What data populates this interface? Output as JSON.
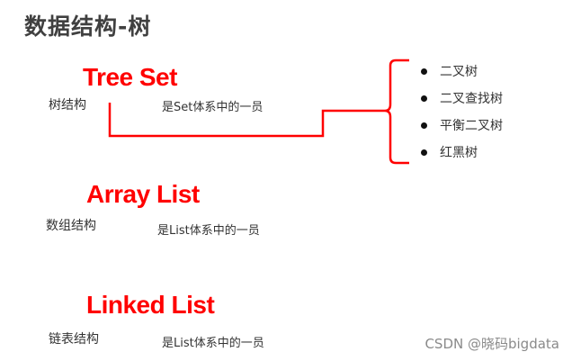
{
  "title": "数据结构-树",
  "sections": [
    {
      "name": "Tree Set",
      "structure": "树结构",
      "membership": "是Set体系中的一员"
    },
    {
      "name": "Array List",
      "structure": "数组结构",
      "membership": "是List体系中的一员"
    },
    {
      "name": "Linked List",
      "structure": "链表结构",
      "membership": "是List体系中的一员"
    }
  ],
  "tree_types": [
    "二叉树",
    "二叉查找树",
    "平衡二叉树",
    "红黑树"
  ],
  "colors": {
    "accent": "#ff0000",
    "title": "#404040",
    "text": "#333333"
  },
  "watermark": "CSDN @晓码bigdata"
}
